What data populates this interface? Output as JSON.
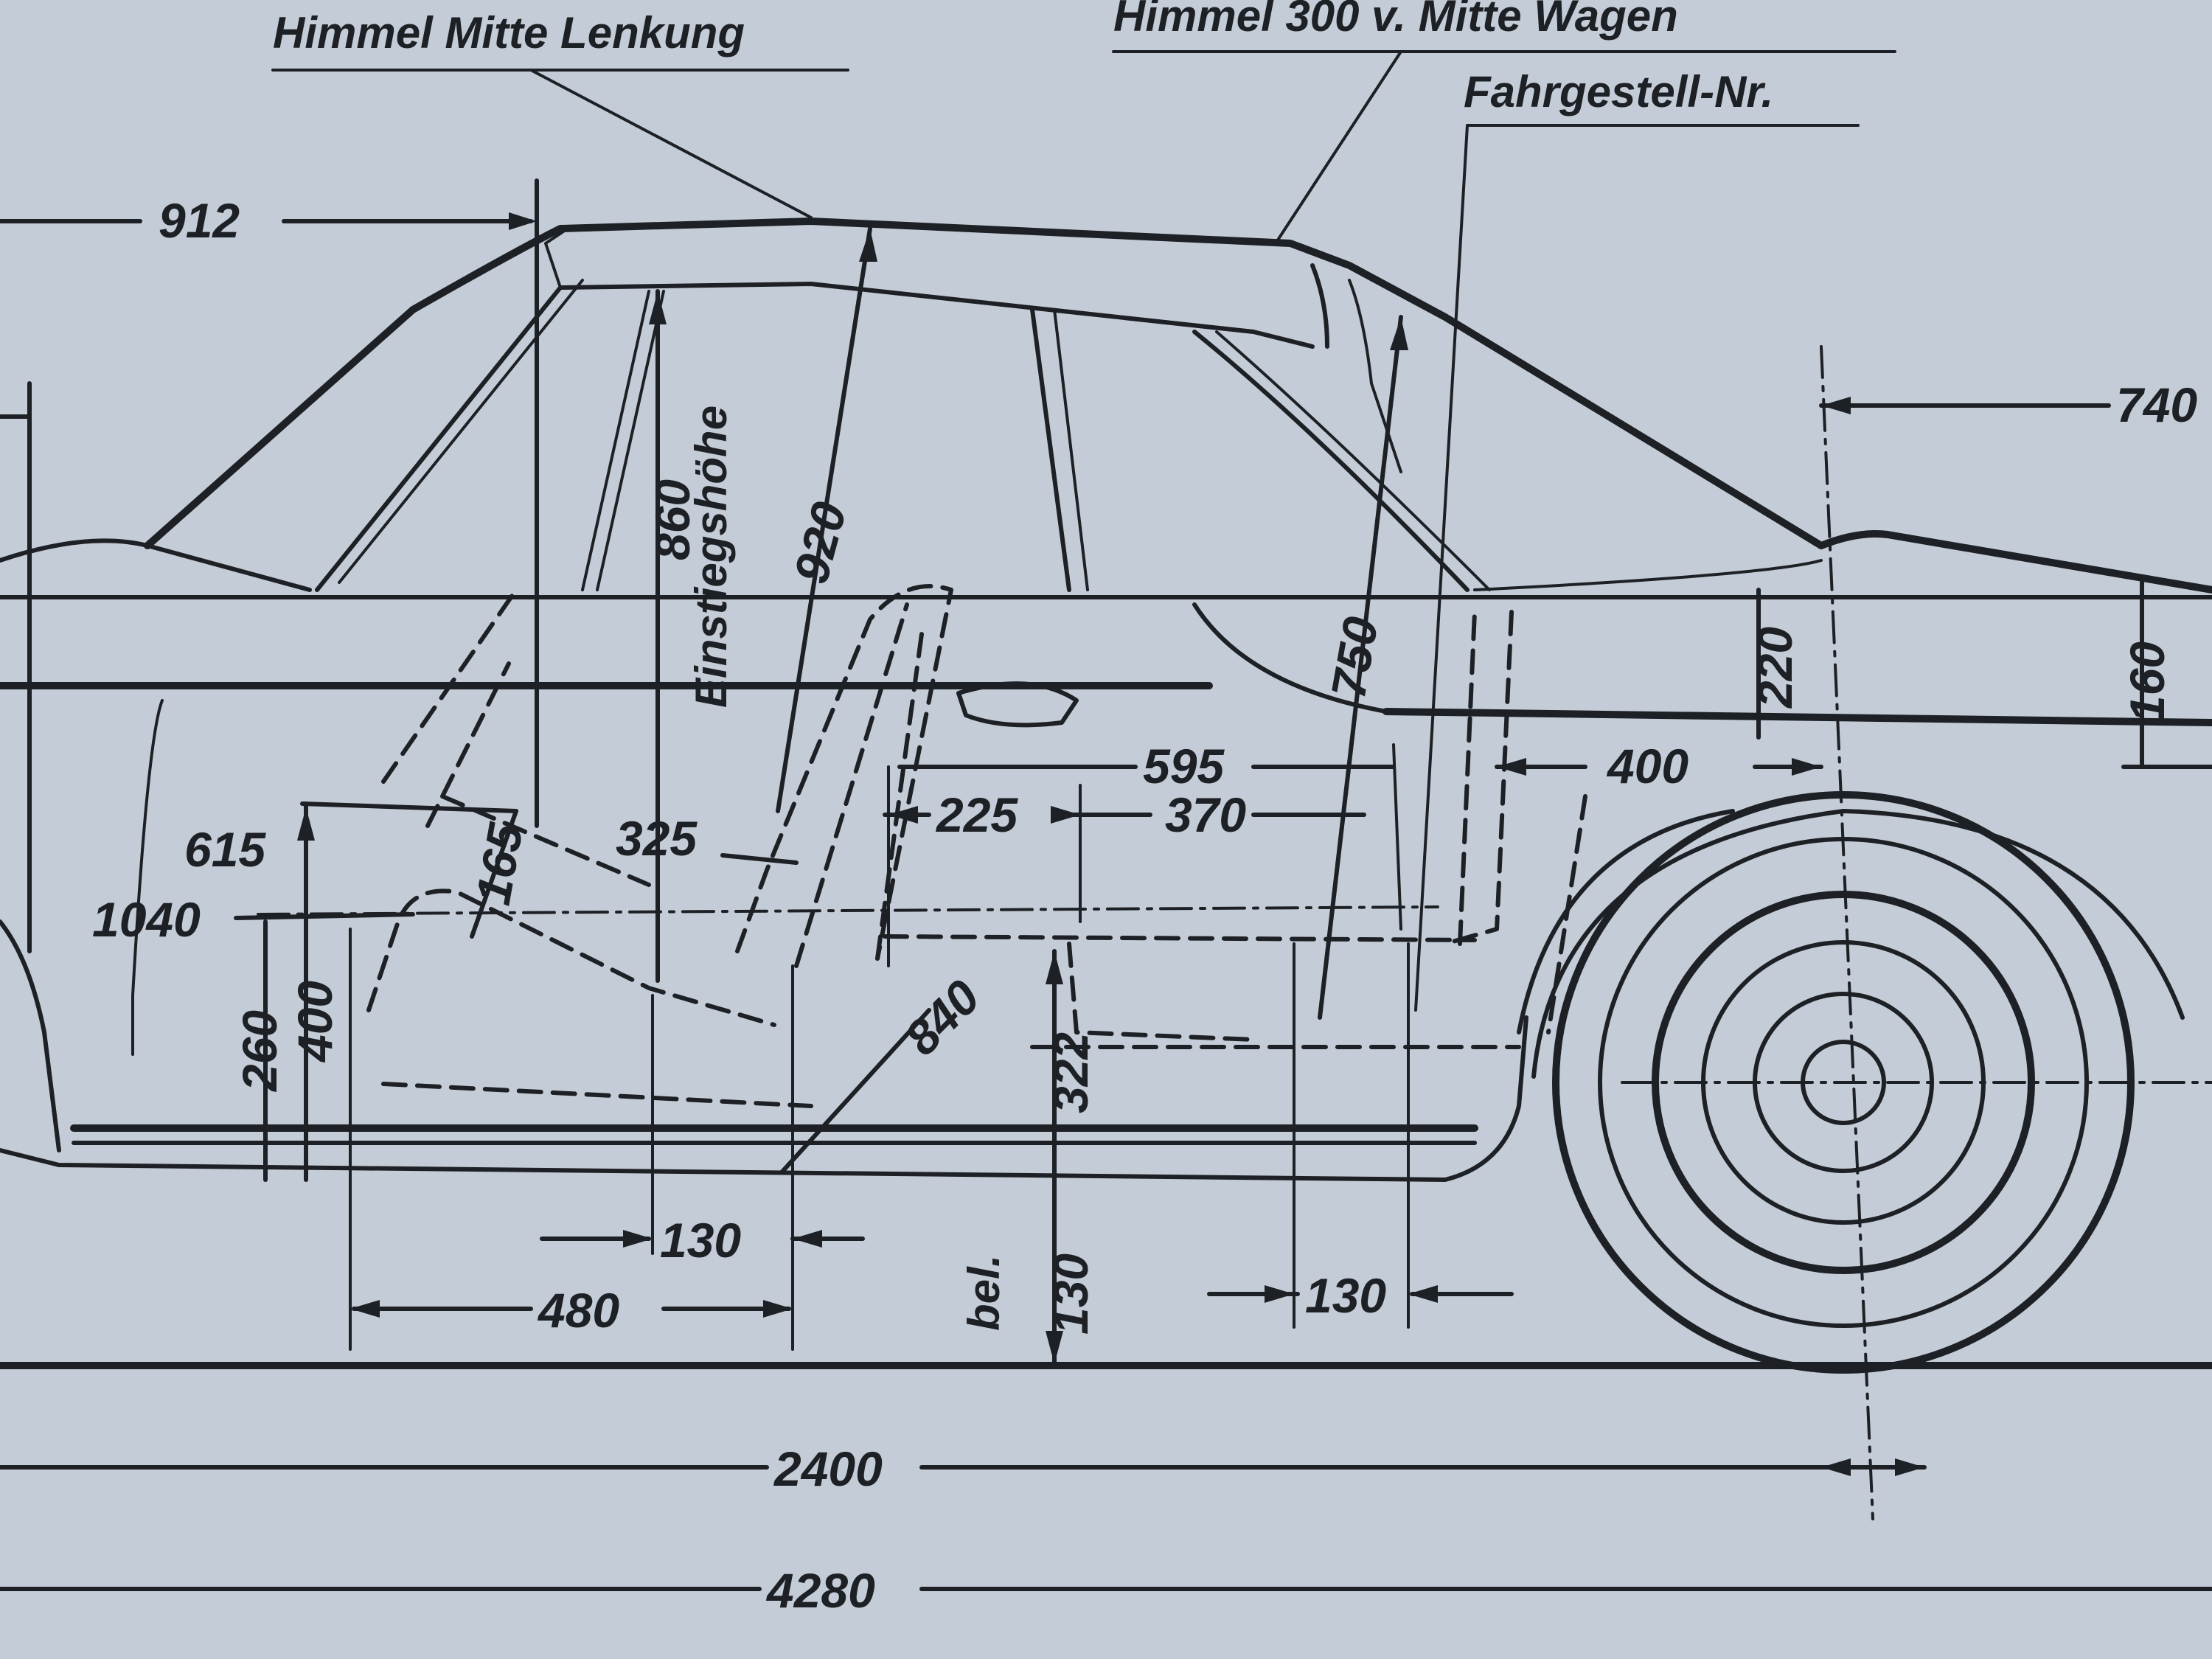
{
  "annotations": {
    "himmel_mitte_lenkung": "Himmel Mitte Lenkung",
    "himmel_300": "Himmel 300 v. Mitte Wagen",
    "fahrgestell": "Fahrgestell-Nr.",
    "einstiegshoehe": "Einstiegshöhe",
    "bel": "bel."
  },
  "dimensions": {
    "d912": "912",
    "d740": "740",
    "d860": "860",
    "d920": "920",
    "d750": "750",
    "d220": "220",
    "d160": "160",
    "d400_rear": "400",
    "d595": "595",
    "d225": "225",
    "d370": "370",
    "d615": "615",
    "d1040": "1040",
    "d165": "165",
    "d325": "325",
    "d260": "260",
    "d400_left": "400",
    "d840": "840",
    "d322": "322",
    "d130_a": "130",
    "d480": "480",
    "d130_b": "130",
    "d130_c": "130",
    "d2400": "2400",
    "d4280": "4280"
  },
  "colors": {
    "paper": "#c4ccd7",
    "ink": "#1d2024"
  }
}
